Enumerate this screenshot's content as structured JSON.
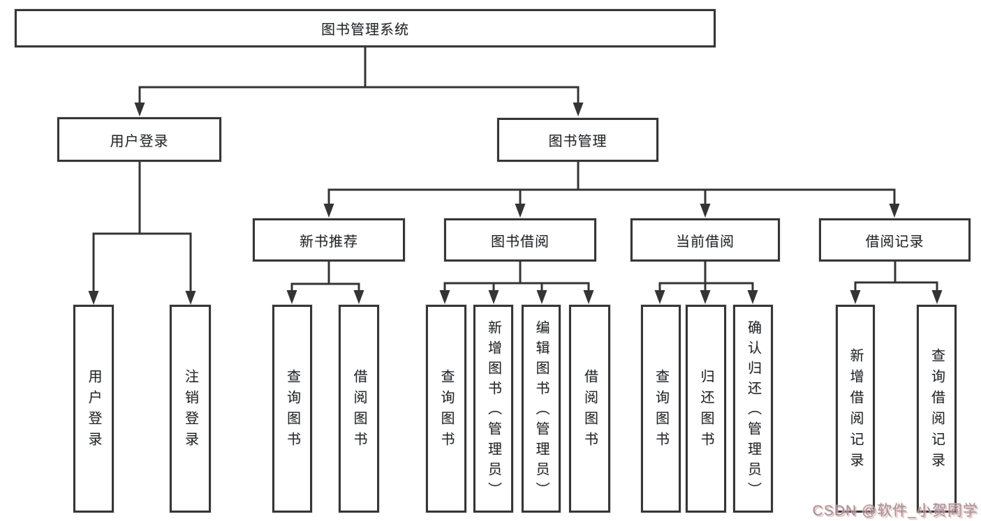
{
  "diagram": {
    "root": {
      "label": "图书管理系统"
    },
    "branches": [
      {
        "label": "用户登录",
        "children": [
          {
            "label": "用户登录"
          },
          {
            "label": "注销登录"
          }
        ]
      },
      {
        "label": "图书管理",
        "children": [
          {
            "label": "新书推荐",
            "children": [
              {
                "label": "查询图书"
              },
              {
                "label": "借阅图书"
              }
            ]
          },
          {
            "label": "图书借阅",
            "children": [
              {
                "label": "查询图书"
              },
              {
                "label": "新增图书（管理员）"
              },
              {
                "label": "编辑图书（管理员）"
              },
              {
                "label": "借阅图书"
              }
            ]
          },
          {
            "label": "当前借阅",
            "children": [
              {
                "label": "查询图书"
              },
              {
                "label": "归还图书"
              },
              {
                "label": "确认归还（管理员）"
              }
            ]
          },
          {
            "label": "借阅记录",
            "children": [
              {
                "label": "新增借阅记录"
              },
              {
                "label": "查询借阅记录"
              }
            ]
          }
        ]
      }
    ]
  },
  "watermark": {
    "text": "CSDN @软件_小贺同学"
  },
  "colors": {
    "line": "#343434",
    "box_border": "#363636",
    "text": "#232323",
    "watermark_gray": "#97979f",
    "watermark_pink": "#ecA4a4",
    "background": "#ffffff"
  }
}
